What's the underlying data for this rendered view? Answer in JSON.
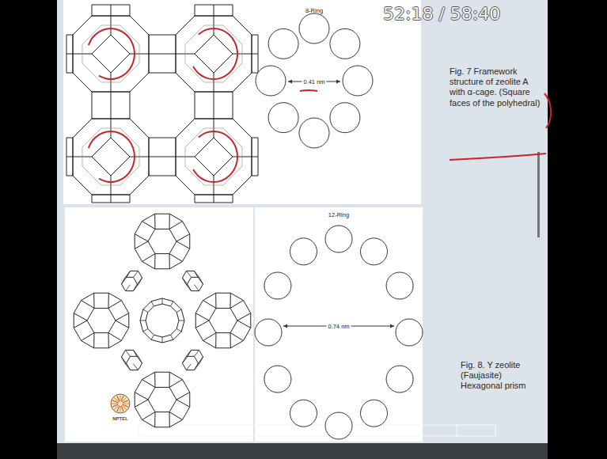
{
  "diagram": {
    "labels": [
      "52:18 / 58:40",
      "8-Ring",
      "0.41 nm",
      "Fig. 7 Framework structure of zeolite A with α-cage. (Square faces of the polyhedral)",
      "12-Ring",
      "0.74 nm",
      "Fig. 8. Y zeolite (Faujasite) Hexagonal prism",
      "NPTEL"
    ]
  }
}
